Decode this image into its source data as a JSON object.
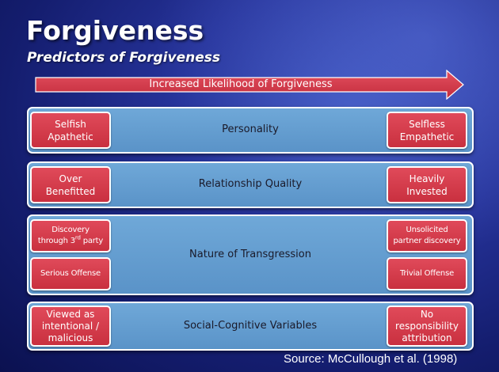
{
  "title": "Forgiveness",
  "subtitle": "Predictors of Forgiveness",
  "arrow_label": "Increased Likelihood of Forgiveness",
  "colors": {
    "panel": "#6fa8d8",
    "box": "#d43a4a",
    "arrow": "#d43a4a",
    "background": "#1c2a8a"
  },
  "rows": [
    {
      "center": "Personality",
      "left": [
        "Selfish",
        "Apathetic"
      ],
      "right": [
        "Selfless",
        "Empathetic"
      ]
    },
    {
      "center": "Relationship  Quality",
      "left": [
        "Over",
        "Benefitted"
      ],
      "right": [
        "Heavily",
        "Invested"
      ]
    },
    {
      "center": "Nature of Transgression",
      "left_top": [
        "Discovery",
        "through 3",
        "rd",
        " party"
      ],
      "left_bottom": "Serious Offense",
      "right_top": [
        "Unsolicited",
        "partner discovery"
      ],
      "right_bottom": "Trivial Offense"
    },
    {
      "center": "Social-Cognitive Variables",
      "left": [
        "Viewed as",
        "intentional /",
        "malicious"
      ],
      "right": [
        "No",
        "responsibility",
        "attribution"
      ]
    }
  ],
  "source": "Source:  McCullough et al. (1998)"
}
